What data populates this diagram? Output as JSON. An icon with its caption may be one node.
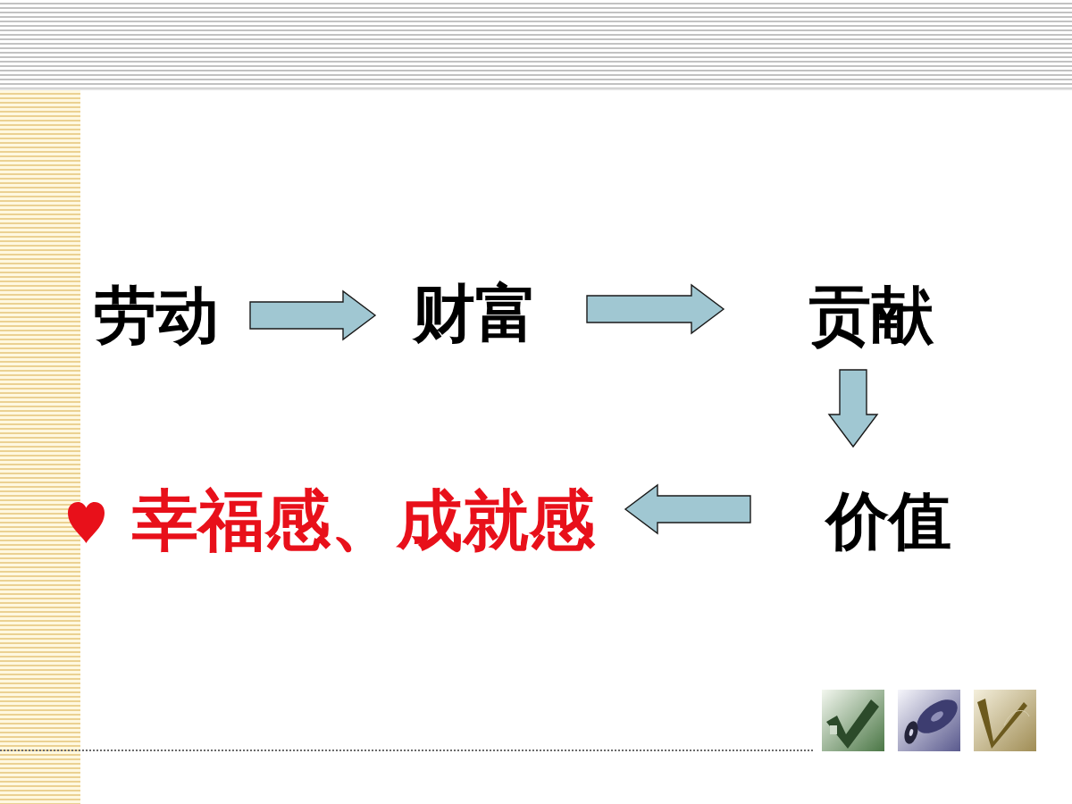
{
  "diagram": {
    "nodes": [
      {
        "text": [
          "劳动"
        ]
      },
      {
        "text": [
          "财富"
        ]
      },
      {
        "text": [
          "贡献"
        ]
      },
      {
        "text": [
          "价值"
        ]
      },
      {
        "text": [
          "幸福感、成就感"
        ]
      }
    ],
    "edges": [
      {
        "from": 0,
        "to": 1,
        "arrow": "to"
      },
      {
        "from": 1,
        "to": 2,
        "arrow": "to"
      },
      {
        "from": 2,
        "to": 3,
        "arrow": "to"
      },
      {
        "from": 3,
        "to": 4,
        "arrow": "to"
      }
    ]
  }
}
